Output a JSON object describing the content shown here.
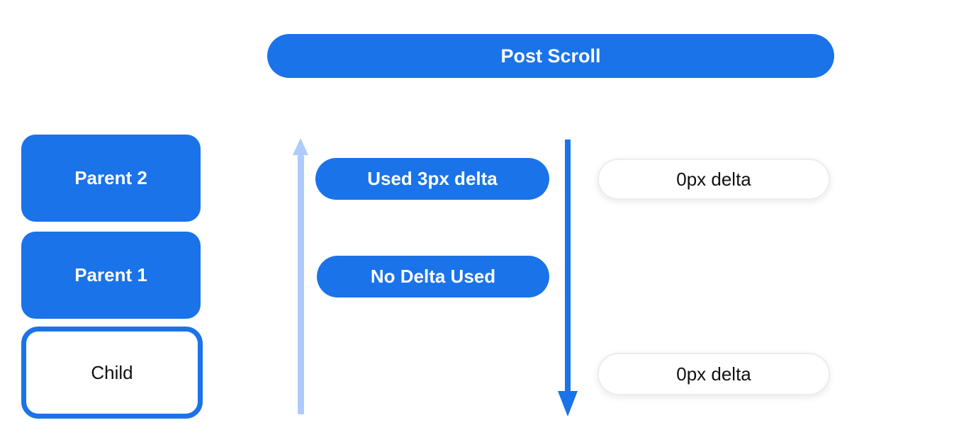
{
  "colors": {
    "blue": "#1a73e8",
    "light_blue": "#aecbfa",
    "pill_border": "#ededed",
    "text_dark": "#111111"
  },
  "header": {
    "label": "Post Scroll"
  },
  "left_column": {
    "boxes": [
      {
        "label": "Parent 2",
        "style": "filled-blue"
      },
      {
        "label": "Parent 1",
        "style": "filled-blue"
      },
      {
        "label": "Child",
        "style": "outlined-blue"
      }
    ]
  },
  "middle_column": {
    "pills": [
      {
        "label": "Used 3px delta"
      },
      {
        "label": "No Delta Used"
      }
    ]
  },
  "right_column": {
    "pills": [
      {
        "label": "0px delta"
      },
      {
        "label": "0px delta"
      }
    ]
  },
  "arrows": [
    {
      "name": "up-arrow",
      "direction": "up",
      "color": "#aecbfa"
    },
    {
      "name": "down-arrow",
      "direction": "down",
      "color": "#1a73e8"
    }
  ]
}
